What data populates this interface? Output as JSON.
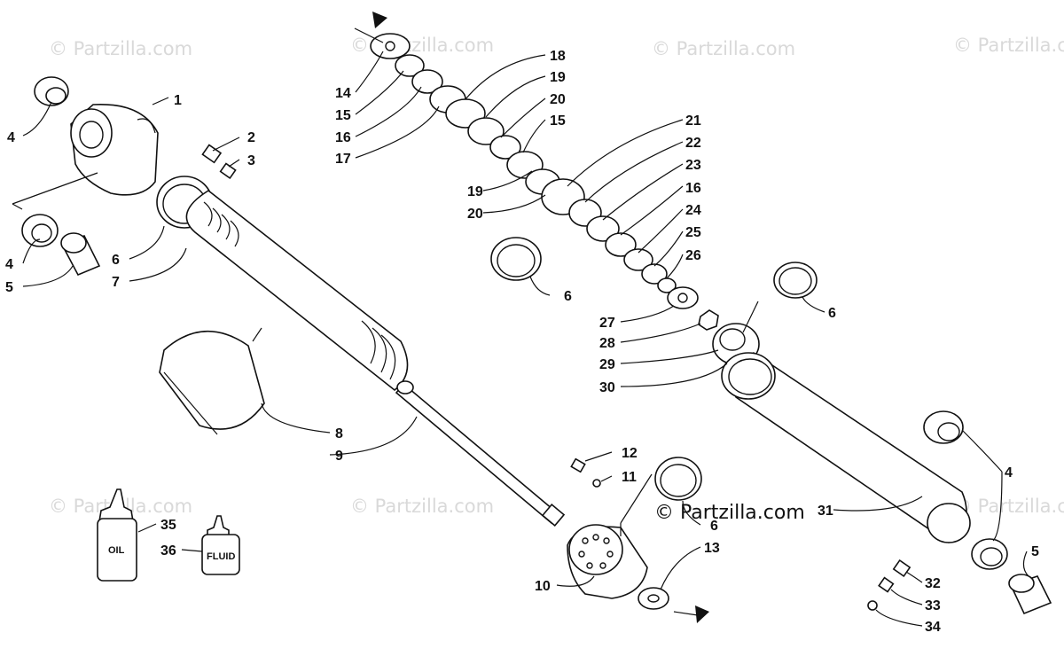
{
  "watermark": "© Partzilla.com",
  "brand": "© Partzilla.com",
  "bottles": {
    "oil": "OIL",
    "fluid": "FLUID"
  },
  "callouts": [
    "1",
    "2",
    "3",
    "4",
    "4",
    "5",
    "6",
    "7",
    "8",
    "9",
    "14",
    "15",
    "16",
    "17",
    "18",
    "19",
    "20",
    "15",
    "21",
    "22",
    "23",
    "16",
    "19",
    "20",
    "24",
    "25",
    "26",
    "6",
    "27",
    "28",
    "29",
    "30",
    "6",
    "12",
    "11",
    "6",
    "13",
    "10",
    "31",
    "4",
    "5",
    "32",
    "33",
    "34",
    "35",
    "36"
  ]
}
